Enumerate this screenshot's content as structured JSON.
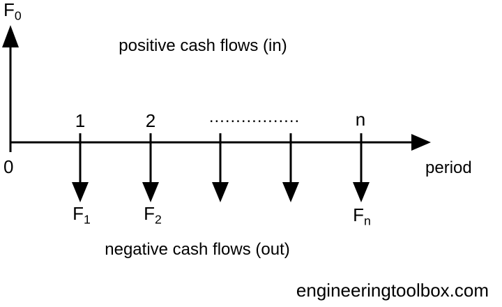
{
  "diagram": {
    "colors": {
      "ink": "#000000",
      "background": "#ffffff"
    },
    "positive_caption": "positive cash flows (in)",
    "negative_caption": "negative cash flows (out)",
    "axis": {
      "origin_label": "0",
      "axis_label": "period",
      "ticks": [
        {
          "label": "1"
        },
        {
          "label": "2"
        },
        {
          "label": "................."
        },
        {
          "label": "n"
        }
      ]
    },
    "cash_flows": {
      "initial": {
        "base": "F",
        "sub": "0",
        "direction": "in"
      },
      "f1": {
        "base": "F",
        "sub": "1",
        "direction": "out"
      },
      "f2": {
        "base": "F",
        "sub": "2",
        "direction": "out"
      },
      "fn": {
        "base": "F",
        "sub": "n",
        "direction": "out"
      }
    },
    "watermark": "engineeringtoolbox.com"
  }
}
